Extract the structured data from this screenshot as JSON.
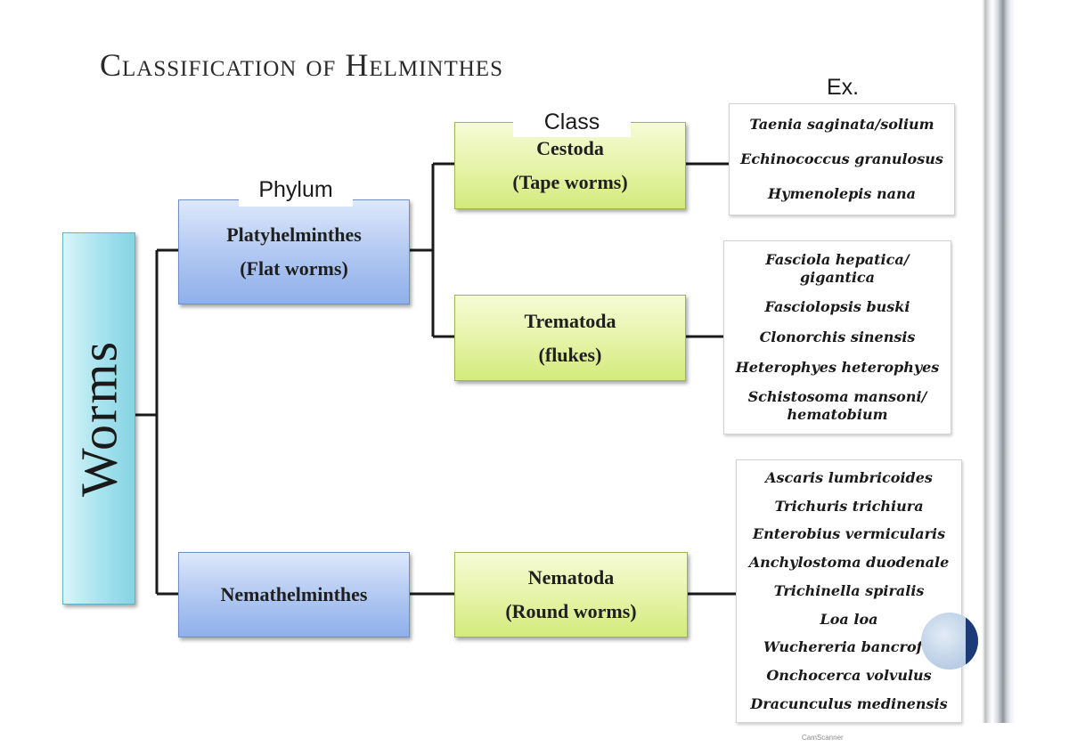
{
  "title": "Classification of Helminthes",
  "labels": {
    "phylum": "Phylum",
    "class": "Class",
    "examples": "Ex."
  },
  "root": "Worms",
  "phyla": [
    {
      "name": "Platyhelminthes",
      "common": "(Flat worms)"
    },
    {
      "name": "Nemathelminthes"
    }
  ],
  "classes": [
    {
      "name": "Cestoda",
      "common": "(Tape worms)",
      "examples": [
        "Taenia saginata/solium",
        "Echinococcus granulosus",
        "Hymenolepis nana"
      ]
    },
    {
      "name": "Trematoda",
      "common": "(flukes)",
      "examples": [
        "Fasciola hepatica/ gigantica",
        "Fasciolopsis buski",
        "Clonorchis sinensis",
        "Heterophyes heterophyes",
        "Schistosoma mansoni/ hematobium"
      ]
    },
    {
      "name": "Nematoda",
      "common": "(Round worms)",
      "examples": [
        "Ascaris lumbricoides",
        "Trichuris trichiura",
        "Enterobius vermicularis",
        "Anchylostoma duodenale",
        "Trichinella spiralis",
        "Loa loa",
        "Wuchereria bancrofti",
        "Onchocerca volvulus",
        "Dracunculus medinensis"
      ]
    }
  ],
  "footer": "CamScanner",
  "colors": {
    "phylum_box": "#aec6f1",
    "class_box": "#e5f3a6",
    "root_box": "#a9e4ef",
    "connector": "#1a1a1a"
  }
}
